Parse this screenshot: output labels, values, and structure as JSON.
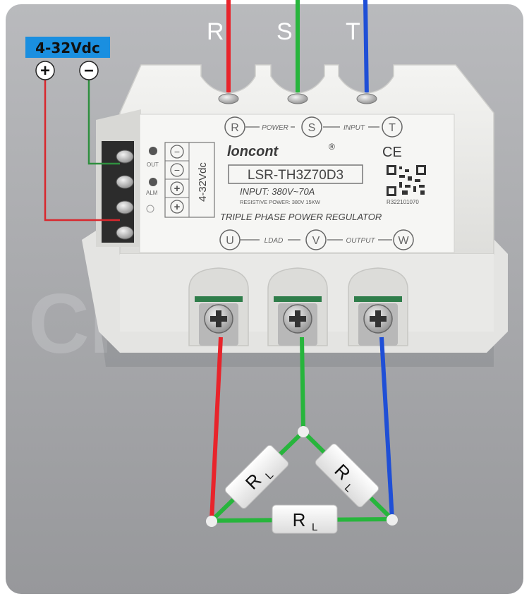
{
  "supply": {
    "label": "4-32Vdc",
    "plus": "+",
    "minus": "−"
  },
  "phases": {
    "r": "R",
    "s": "S",
    "t": "T"
  },
  "top_terminals": {
    "r": "R",
    "power": "POWER",
    "s": "S",
    "input": "INPUT",
    "t": "T"
  },
  "bottom_terminals": {
    "u": "U",
    "load": "LDAD",
    "v": "V",
    "output": "OUTPUT",
    "w": "W"
  },
  "control_block": {
    "out": "OUT",
    "alm": "ALM",
    "voltage": "4-32Vdc",
    "minus1": "−",
    "minus2": "−",
    "plus1": "+",
    "plus2": "+"
  },
  "label": {
    "brand": "loncont",
    "registered": "®",
    "ce": "CE",
    "model": "LSR-TH3Z70D3",
    "input": "INPUT: 380V~70A",
    "resistive": "RESISTIVE POWER: 380V 15KW",
    "serial": "R322101070",
    "product": "TRIPLE PHASE POWER REGULATOR"
  },
  "loads": {
    "left": "R",
    "right": "R",
    "bottom": "R",
    "sub": "L"
  },
  "watermark": "CH",
  "colors": {
    "red": "#e8242b",
    "green": "#27b53c",
    "blue": "#1f4fd6",
    "accent": "#1a8fe0",
    "body": "#ededeb",
    "background": "#a9aaad"
  }
}
